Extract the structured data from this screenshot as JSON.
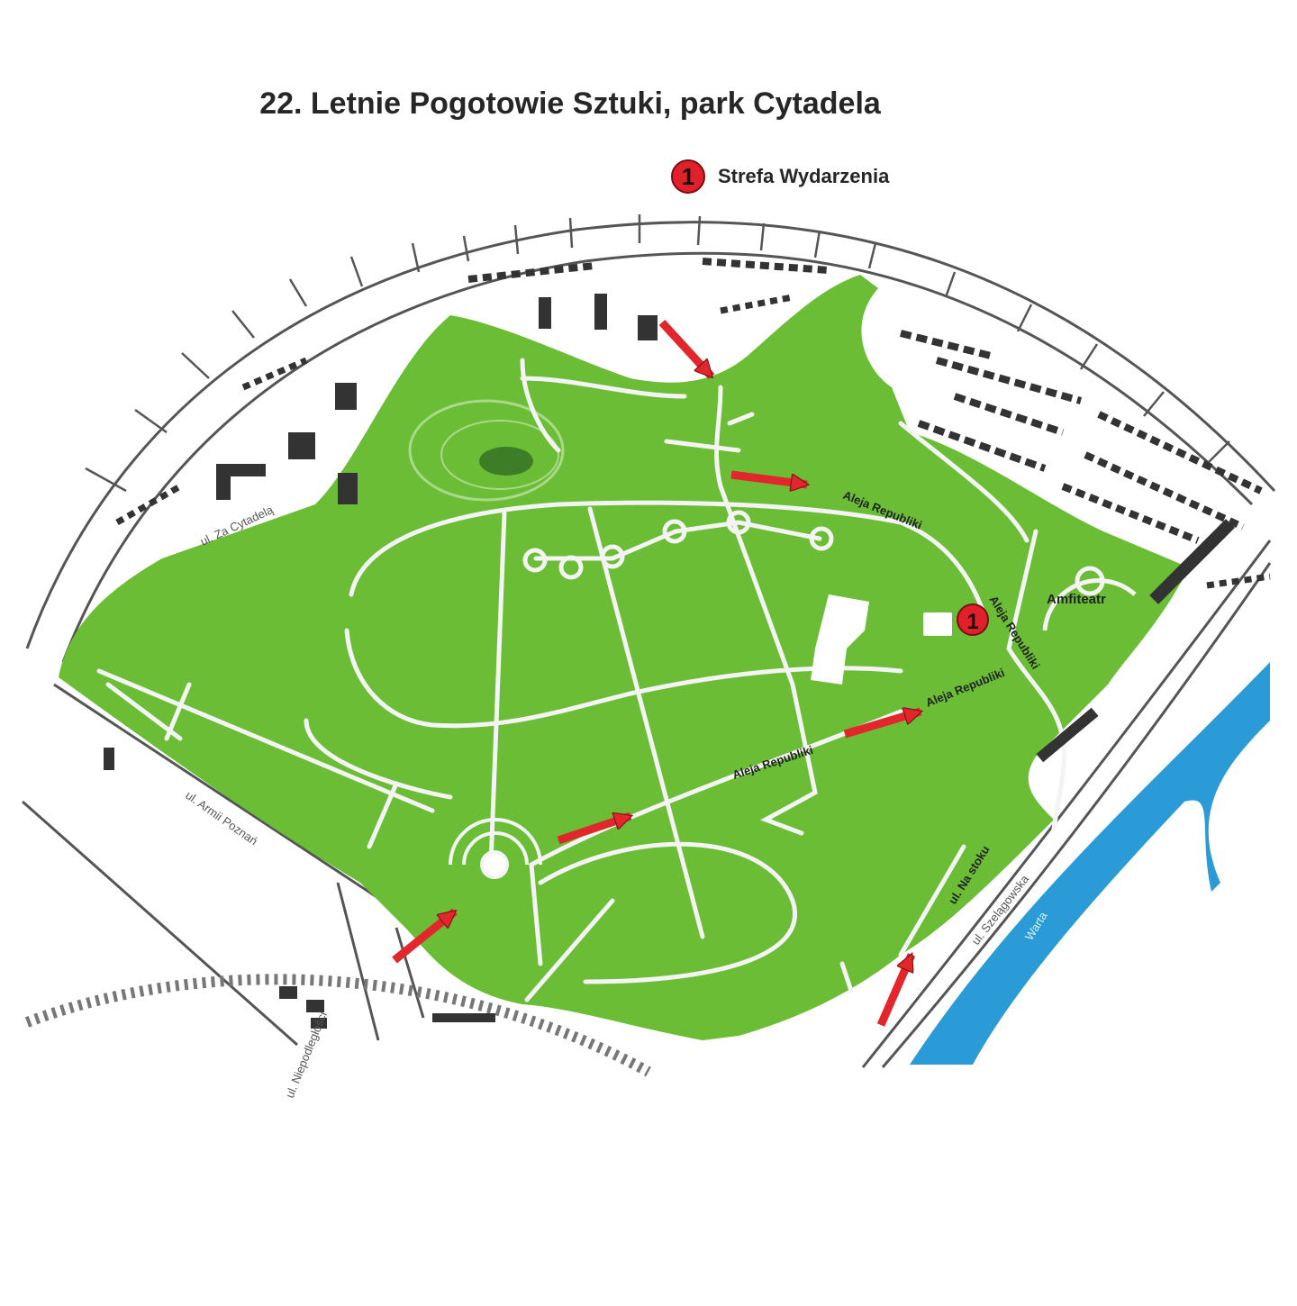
{
  "title": "22. Letnie Pogotowie Sztuki, park Cytadela",
  "legend": {
    "marker_number": "1",
    "label": "Strefa Wydarzenia"
  },
  "colors": {
    "park": "#6abd35",
    "park_dark": "#3e7d28",
    "water": "#2a9bd6",
    "road_outline": "#555555",
    "building": "#333333",
    "arrow": "#e1262c",
    "marker": "#e0202a"
  },
  "event_marker": {
    "number": "1"
  },
  "labels": {
    "aleja_1": "Aleja Republiki",
    "aleja_2": "Aleja Republiki",
    "aleja_3": "Aleja Republiki",
    "aleja_4": "Aleja Republiki",
    "amfiteatr": "Amfiteatr",
    "za_cytadela": "ul. Za Cytadelą",
    "armii_poznan": "ul. Armii Poznań",
    "niepodleglosci": "ul. Niepodległości",
    "na_stoku": "ul. Na stoku",
    "szelagowska": "ul. Szelągowska",
    "warta": "Warta"
  },
  "arrows": [
    {
      "name": "north-entrance-arrow",
      "icon": "arrow-icon"
    },
    {
      "name": "aleja-east-arrow",
      "icon": "arrow-icon"
    },
    {
      "name": "aleja-middle-arrow",
      "icon": "arrow-icon"
    },
    {
      "name": "aleja-south-arrow",
      "icon": "arrow-icon"
    },
    {
      "name": "southwest-entrance-arrow",
      "icon": "arrow-icon"
    },
    {
      "name": "southeast-entrance-arrow",
      "icon": "arrow-icon"
    }
  ]
}
